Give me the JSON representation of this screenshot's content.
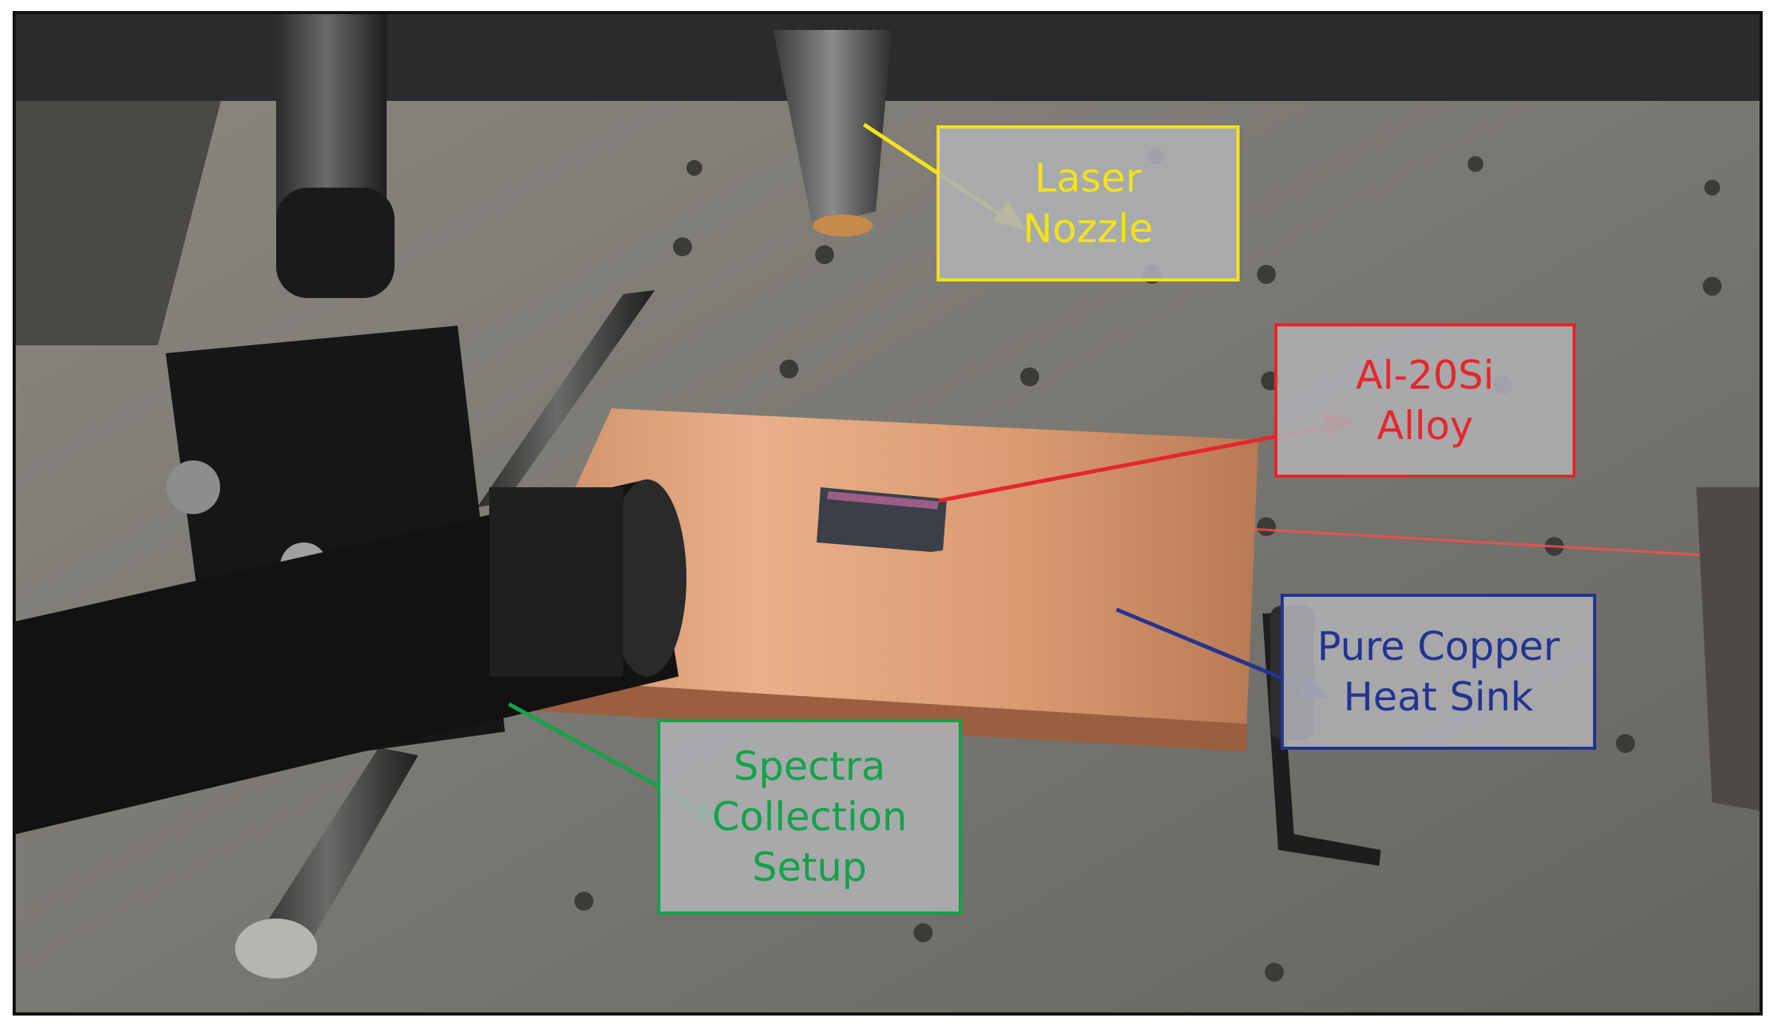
{
  "colors": {
    "laser": "#f2e21a",
    "alloy": "#e5262b",
    "copper": "#25338f",
    "spectra": "#13a24a"
  },
  "labels": {
    "laser_nozzle": {
      "line1": "Laser",
      "line2": "Nozzle"
    },
    "alloy": {
      "line1": "Al-20Si",
      "line2": "Alloy"
    },
    "heat_sink": {
      "line1": "Pure Copper",
      "line2": "Heat Sink"
    },
    "spectra": {
      "line1": "Spectra",
      "line2": "Collection",
      "line3": "Setup"
    }
  }
}
